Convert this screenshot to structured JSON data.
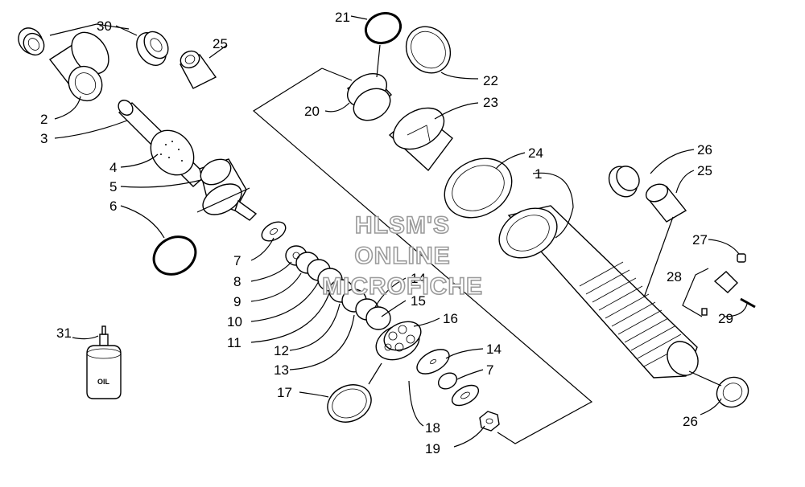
{
  "diagram": {
    "part_numbers": {
      "p1": "1",
      "p2": "2",
      "p3": "3",
      "p4": "4",
      "p5": "5",
      "p6": "6",
      "p7a": "7",
      "p7b": "7",
      "p8": "8",
      "p9": "9",
      "p10": "10",
      "p11": "11",
      "p12": "12",
      "p13": "13",
      "p14a": "14",
      "p14b": "14",
      "p15": "15",
      "p16": "16",
      "p17": "17",
      "p18": "18",
      "p19": "19",
      "p20": "20",
      "p21": "21",
      "p22": "22",
      "p23": "23",
      "p24": "24",
      "p25a": "25",
      "p25b": "25",
      "p26a": "26",
      "p26b": "26",
      "p27": "27",
      "p28": "28",
      "p29": "29",
      "p30": "30",
      "p31": "31"
    },
    "oil_bottle_label": "OIL",
    "watermark": {
      "line1": "HLSM'S",
      "line2": "ONLINE",
      "line3": "MICROFICHE"
    }
  }
}
